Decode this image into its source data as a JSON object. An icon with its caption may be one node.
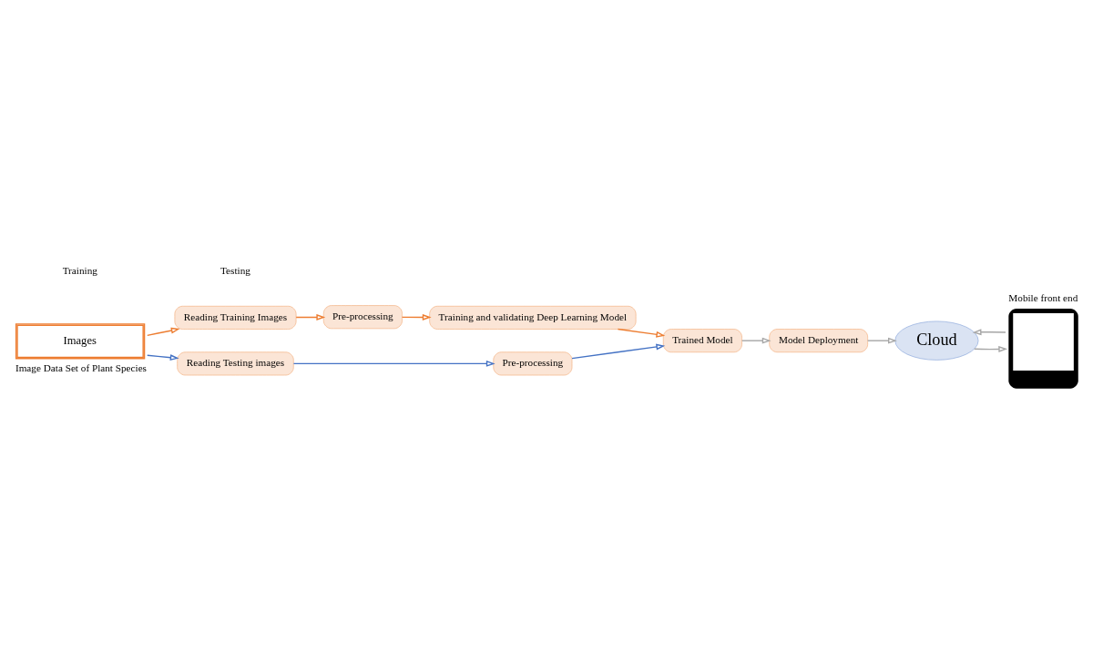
{
  "diagram": {
    "nodes": [
      {
        "text": [
          "Images"
        ],
        "beside": [
          "Image Data Set of Plant Species"
        ]
      },
      {
        "text": [
          "Reading Training Images"
        ]
      },
      {
        "text": [
          "Pre-processing"
        ]
      },
      {
        "text": [
          "Training and validating Deep Learning Model"
        ]
      },
      {
        "text": [
          "Reading Testing images"
        ]
      },
      {
        "text": [
          "Pre-processing"
        ]
      },
      {
        "text": [
          "Trained Model"
        ]
      },
      {
        "text": [
          "Model Deployment"
        ]
      },
      {
        "text": [],
        "shape": "phone",
        "beside": [
          "Mobile front end"
        ]
      },
      {
        "text": [
          "Cloud"
        ]
      }
    ],
    "edges": [
      {
        "from": 0,
        "to": 1,
        "arrow": "to",
        "color": "#ed7d31"
      },
      {
        "from": 1,
        "to": 2,
        "arrow": "to",
        "color": "#ed7d31"
      },
      {
        "from": 2,
        "to": 3,
        "arrow": "to",
        "color": "#ed7d31"
      },
      {
        "from": 3,
        "to": 6,
        "arrow": "to",
        "color": "#ed7d31"
      },
      {
        "from": 0,
        "to": 4,
        "arrow": "to",
        "color": "#4472c4"
      },
      {
        "from": 4,
        "to": 5,
        "arrow": "to",
        "color": "#4472c4"
      },
      {
        "from": 5,
        "to": 6,
        "arrow": "to",
        "color": "#4472c4"
      },
      {
        "from": 6,
        "to": 7,
        "arrow": "to",
        "color": "#a6a6a6"
      },
      {
        "from": 7,
        "to": 9,
        "arrow": "to",
        "color": "#a6a6a6"
      },
      {
        "from": 9,
        "to": 8,
        "arrow": "to",
        "color": "#a6a6a6"
      },
      {
        "from": 8,
        "to": 9,
        "arrow": "to",
        "color": "#a6a6a6"
      }
    ],
    "legend": [
      {
        "text": "Training"
      },
      {
        "text": "Testing"
      }
    ]
  }
}
